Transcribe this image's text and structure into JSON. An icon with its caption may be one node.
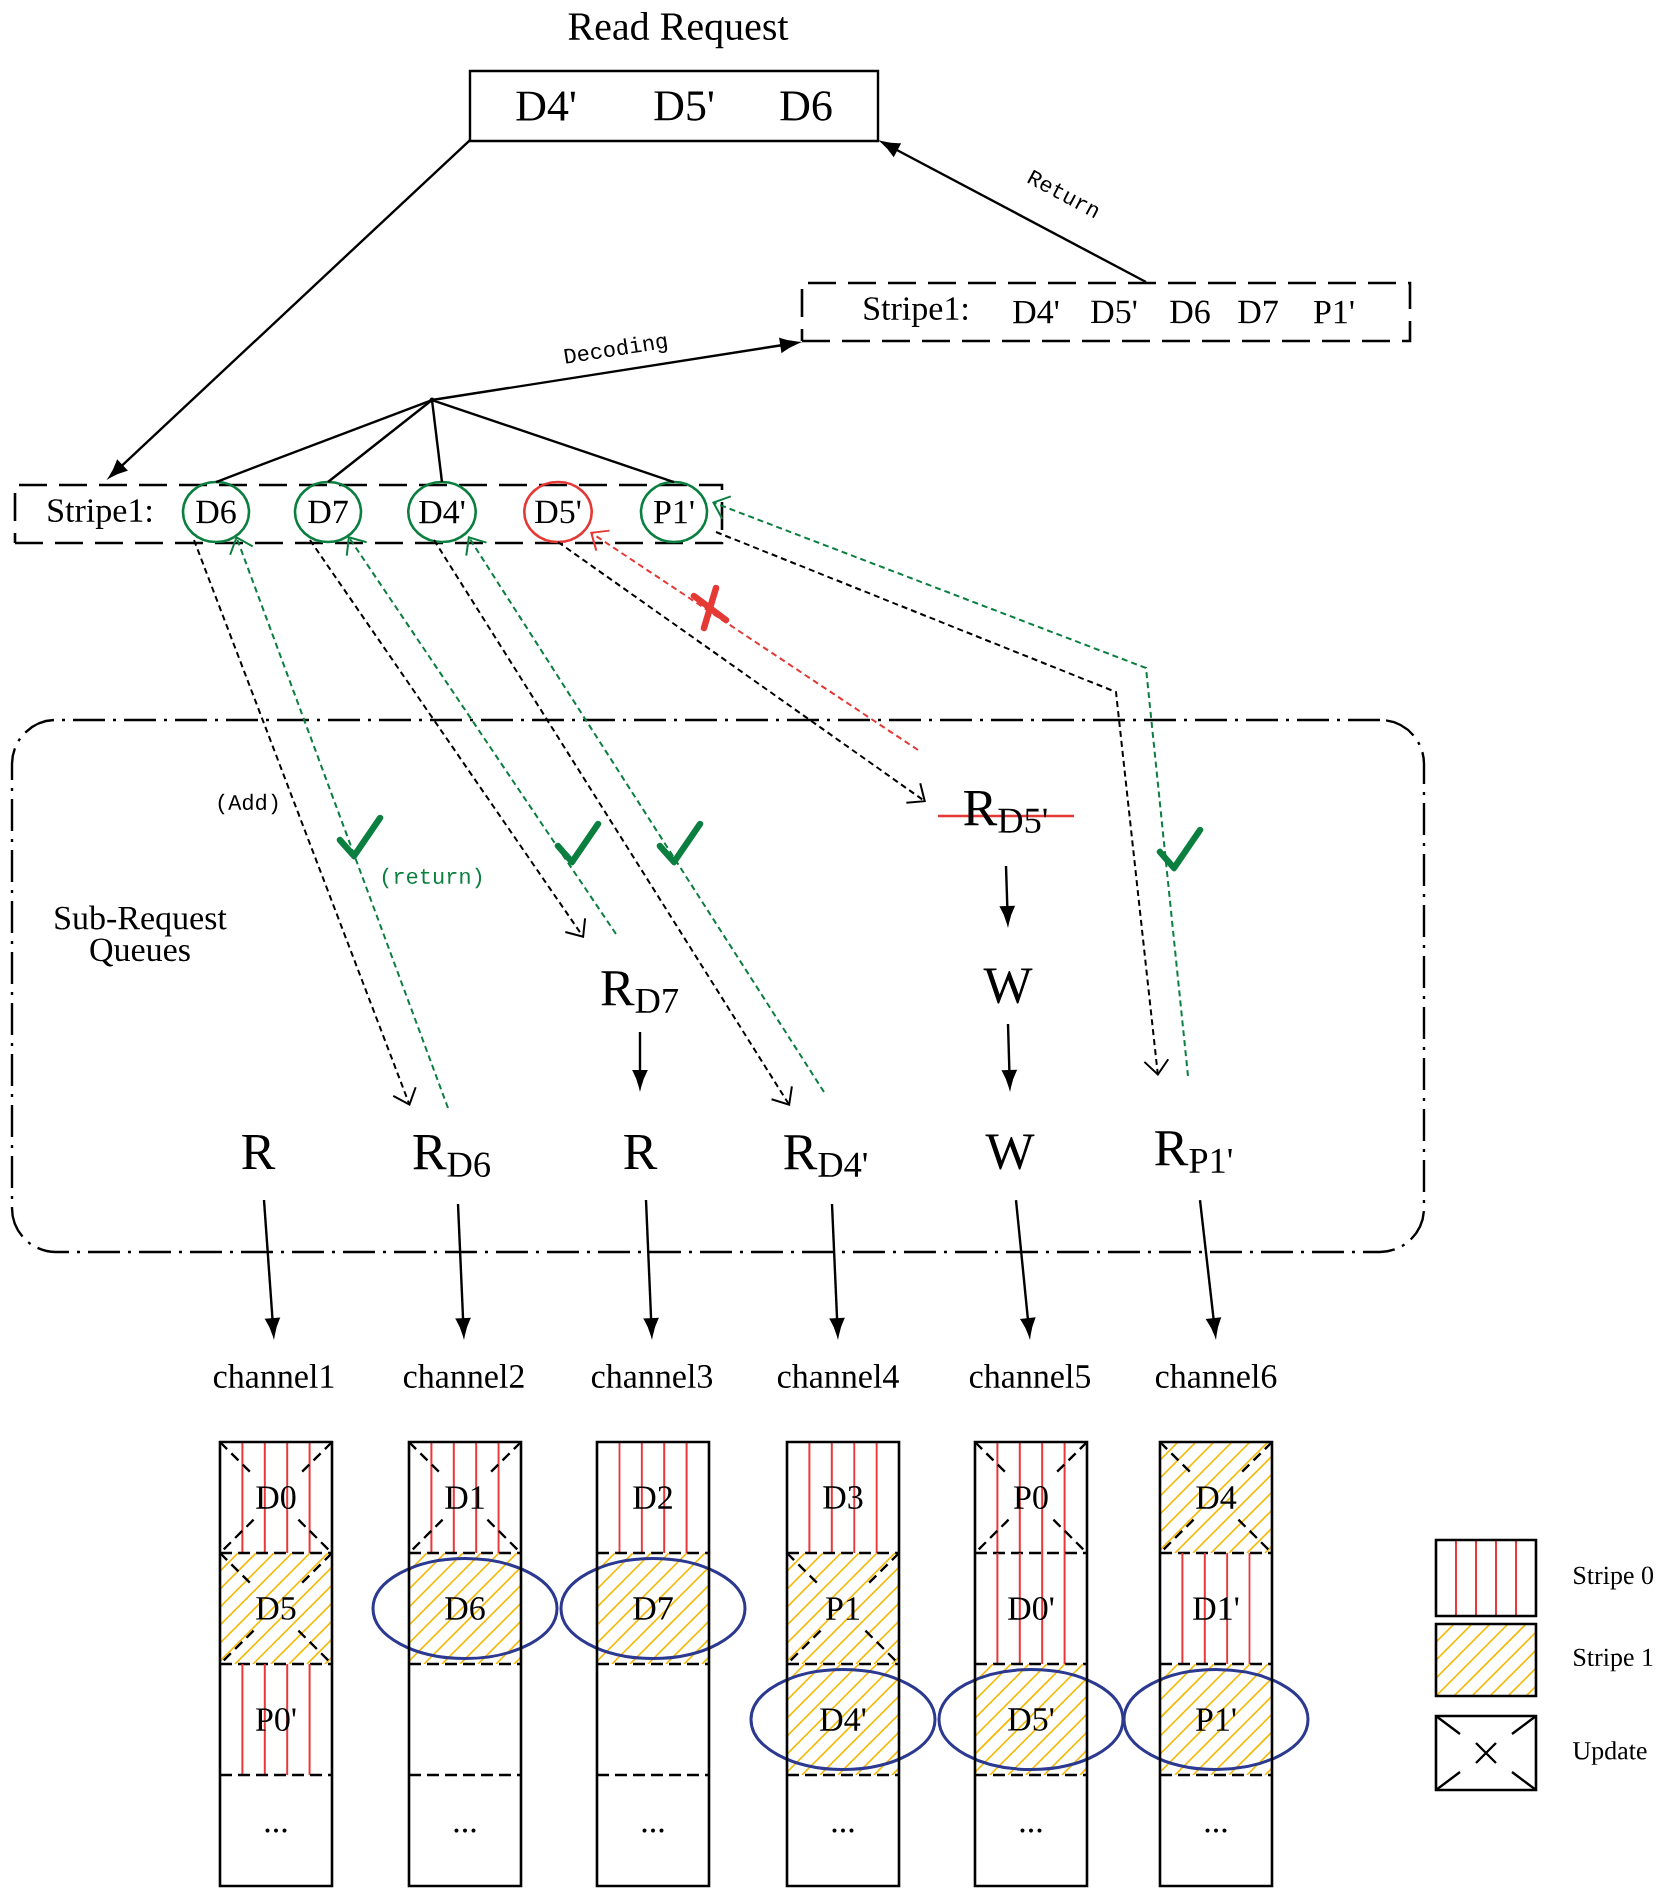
{
  "diagram": {
    "nodes": [
      {
        "text": [
          "Read Request",
          "D4'",
          "D5'",
          "D6"
        ]
      },
      {
        "text": [
          "Stripe1:",
          "D4'",
          "D5'",
          "D6",
          "D7",
          "P1'"
        ]
      },
      {
        "text": [
          "Stripe1:"
        ]
      },
      {
        "text": [
          "D6"
        ],
        "in": 2
      },
      {
        "text": [
          "D7"
        ],
        "in": 2
      },
      {
        "text": [
          "D4'"
        ],
        "in": 2
      },
      {
        "text": [
          "D5'"
        ],
        "in": 2
      },
      {
        "text": [
          "P1'"
        ],
        "in": 2
      },
      {
        "text": [],
        "shape": "dot"
      },
      {
        "text": [
          "Sub-Request Queues"
        ]
      },
      {
        "text": [
          "R"
        ],
        "in": 9
      },
      {
        "text": [
          "R$_{D6}$"
        ],
        "in": 9
      },
      {
        "text": [
          "R$_{D7}$"
        ],
        "in": 9
      },
      {
        "text": [
          "R"
        ],
        "in": 9
      },
      {
        "text": [
          "R$_{D4'}$"
        ],
        "in": 9
      },
      {
        "text": [
          "R$_{D5'}$"
        ],
        "in": 9
      },
      {
        "text": [
          "W"
        ],
        "in": 9
      },
      {
        "text": [
          "W"
        ],
        "in": 9
      },
      {
        "text": [
          "R$_{P1'}$"
        ],
        "in": 9
      },
      {
        "text": [
          "channel1"
        ]
      },
      {
        "text": [
          "channel2"
        ]
      },
      {
        "text": [
          "channel3"
        ]
      },
      {
        "text": [
          "channel4"
        ]
      },
      {
        "text": [
          "channel5"
        ]
      },
      {
        "text": [
          "channel6"
        ]
      },
      {
        "text": [],
        "shape": "box"
      },
      {
        "text": [],
        "shape": "box"
      },
      {
        "text": [],
        "shape": "box"
      },
      {
        "text": [],
        "shape": "box"
      },
      {
        "text": [],
        "shape": "box"
      },
      {
        "text": [],
        "shape": "box"
      },
      {
        "text": [
          "D0"
        ],
        "in": 25
      },
      {
        "text": [
          "D5"
        ],
        "in": 25
      },
      {
        "text": [
          "P0'"
        ],
        "in": 25
      },
      {
        "text": [
          "..."
        ],
        "in": 25
      },
      {
        "text": [
          "D1"
        ],
        "in": 26
      },
      {
        "text": [
          "D6"
        ],
        "in": 26
      },
      {
        "text": [],
        "shape": "box",
        "in": 26
      },
      {
        "text": [
          "..."
        ],
        "in": 26
      },
      {
        "text": [
          "D2"
        ],
        "in": 27
      },
      {
        "text": [
          "D7"
        ],
        "in": 27
      },
      {
        "text": [],
        "shape": "box",
        "in": 27
      },
      {
        "text": [
          "..."
        ],
        "in": 27
      },
      {
        "text": [
          "D3"
        ],
        "in": 28
      },
      {
        "text": [
          "P1"
        ],
        "in": 28
      },
      {
        "text": [
          "D4'"
        ],
        "in": 28
      },
      {
        "text": [
          "..."
        ],
        "in": 28
      },
      {
        "text": [
          "P0"
        ],
        "in": 29
      },
      {
        "text": [
          "D0'"
        ],
        "in": 29
      },
      {
        "text": [
          "D5'"
        ],
        "in": 29
      },
      {
        "text": [
          "..."
        ],
        "in": 29
      },
      {
        "text": [
          "D4"
        ],
        "in": 30
      },
      {
        "text": [
          "D1'"
        ],
        "in": 30
      },
      {
        "text": [
          "P1'"
        ],
        "in": 30
      },
      {
        "text": [
          "..."
        ],
        "in": 30
      }
    ],
    "edges": [
      {
        "from": 0,
        "to": 2,
        "arrow": "to"
      },
      {
        "from": 1,
        "to": 0,
        "arrow": "to",
        "label": "Return"
      },
      {
        "from": 3,
        "to": 8,
        "arrow": "none"
      },
      {
        "from": 4,
        "to": 8,
        "arrow": "none"
      },
      {
        "from": 5,
        "to": 8,
        "arrow": "none"
      },
      {
        "from": 7,
        "to": 8,
        "arrow": "none"
      },
      {
        "from": 8,
        "to": 1,
        "arrow": "to",
        "label": "Decoding"
      },
      {
        "from": 3,
        "to": 11,
        "arrow": "to",
        "style": "dashed",
        "label": "(Add)"
      },
      {
        "from": 11,
        "to": 3,
        "arrow": "to",
        "style": "dashed",
        "color": "#0a7f3f",
        "label": "(return)"
      },
      {
        "from": 4,
        "to": 12,
        "arrow": "to",
        "style": "dashed"
      },
      {
        "from": 12,
        "to": 4,
        "arrow": "to",
        "style": "dashed",
        "color": "#0a7f3f"
      },
      {
        "from": 5,
        "to": 14,
        "arrow": "to",
        "style": "dashed"
      },
      {
        "from": 14,
        "to": 5,
        "arrow": "to",
        "style": "dashed",
        "color": "#0a7f3f"
      },
      {
        "from": 6,
        "to": 15,
        "arrow": "to",
        "style": "dashed"
      },
      {
        "from": 15,
        "to": 6,
        "arrow": "to",
        "style": "dashed",
        "color": "#e53935"
      },
      {
        "from": 7,
        "to": 18,
        "arrow": "to",
        "style": "dashed"
      },
      {
        "from": 18,
        "to": 7,
        "arrow": "to",
        "style": "dashed",
        "color": "#0a7f3f"
      },
      {
        "from": 15,
        "to": 16,
        "arrow": "to"
      },
      {
        "from": 16,
        "to": 17,
        "arrow": "to"
      },
      {
        "from": 12,
        "to": 13,
        "arrow": "to"
      },
      {
        "from": 10,
        "to": 19,
        "arrow": "to"
      },
      {
        "from": 11,
        "to": 20,
        "arrow": "to"
      },
      {
        "from": 13,
        "to": 21,
        "arrow": "to"
      },
      {
        "from": 14,
        "to": 22,
        "arrow": "to"
      },
      {
        "from": 17,
        "to": 23,
        "arrow": "to"
      },
      {
        "from": 18,
        "to": 24,
        "arrow": "to"
      }
    ],
    "legend": [
      {
        "text": "Stripe 0"
      },
      {
        "text": "Stripe 1"
      },
      {
        "text": "Update"
      }
    ]
  }
}
